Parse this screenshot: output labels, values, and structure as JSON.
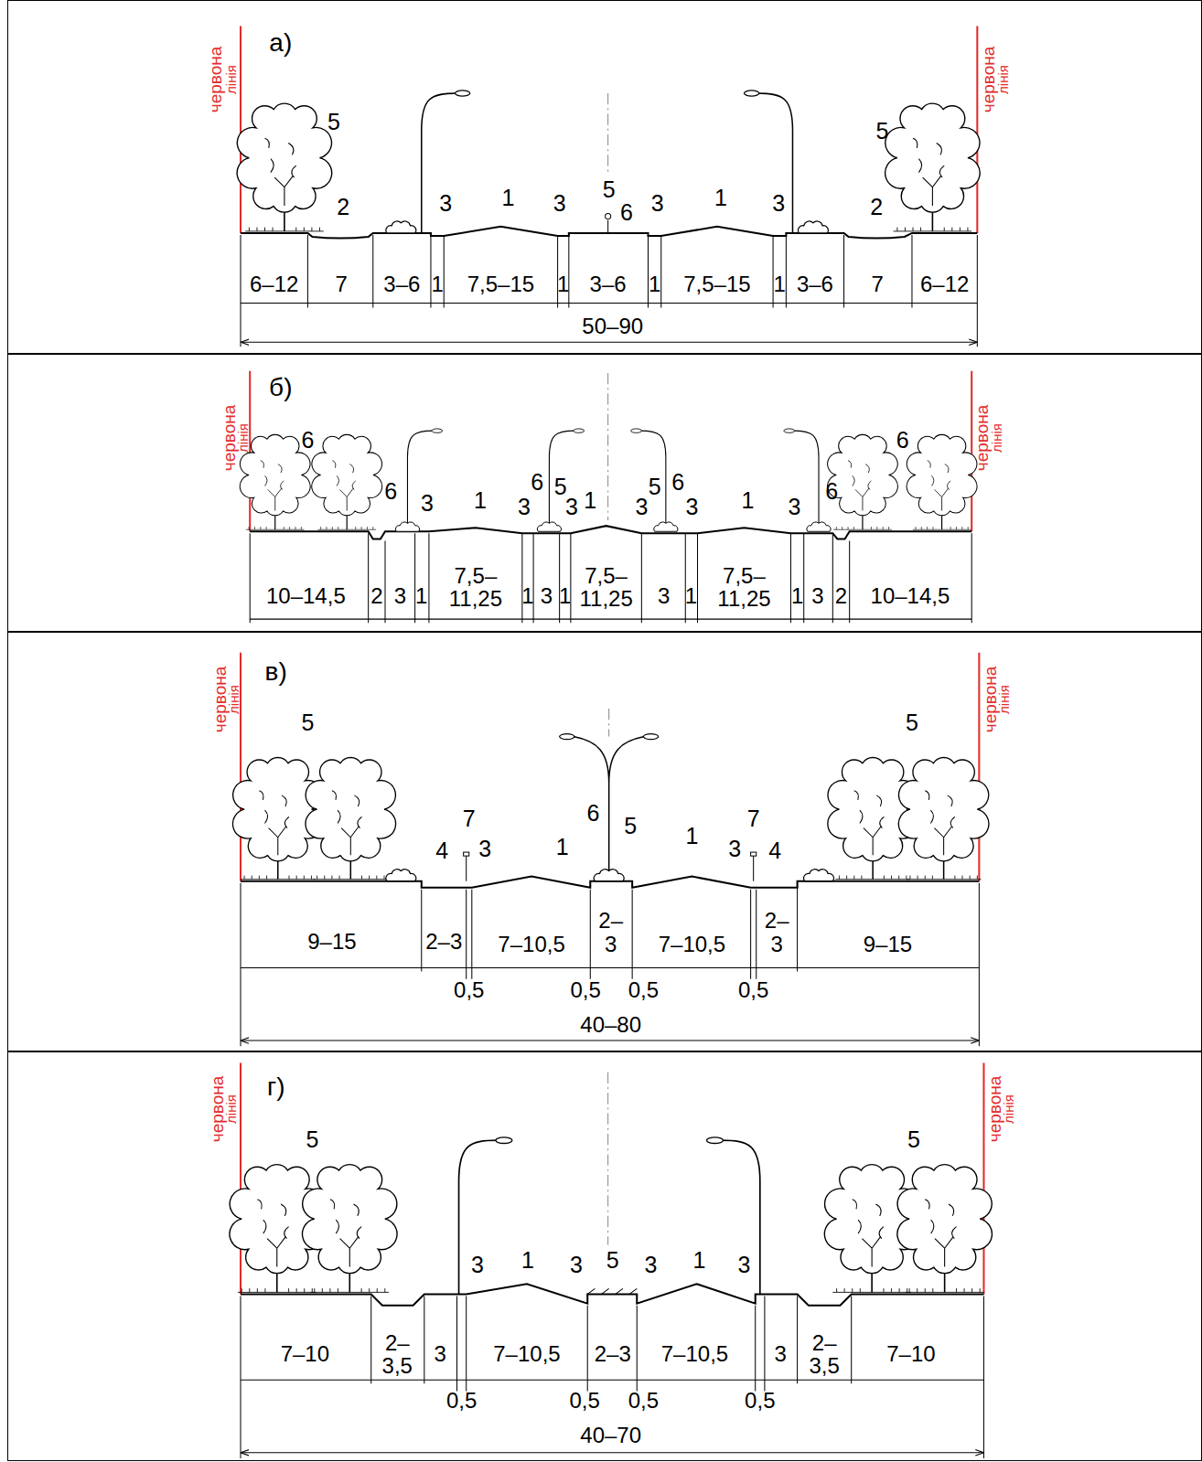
{
  "diagram": {
    "nodes": [
      {
        "text": [
          "а)"
        ]
      },
      {
        "text": [
          "б)"
        ]
      },
      {
        "text": [
          "в)"
        ]
      },
      {
        "text": [
          "г)"
        ]
      }
    ],
    "labels": [
      "червона",
      "лінія",
      "червона",
      "лінія",
      "5",
      "2",
      "3",
      "1",
      "3",
      "5",
      "6",
      "3",
      "1",
      "3",
      "2",
      "5",
      "6–12",
      "7",
      "3–6",
      "1",
      "7,5–15",
      "1",
      "3–6",
      "1",
      "7,5–15",
      "1",
      "3–6",
      "7",
      "6–12",
      "50–90",
      "червона",
      "лінія",
      "червона",
      "лінія",
      "6",
      "6",
      "3",
      "1",
      "3",
      "6",
      "5",
      "3",
      "1",
      "3",
      "5",
      "6",
      "3",
      "1",
      "3",
      "6",
      "6",
      "10–14,5",
      "2",
      "3",
      "1",
      "7,5– 11,25",
      "1",
      "3",
      "1",
      "7,5– 11,25",
      "3",
      "1",
      "7,5– 11,25",
      "1",
      "3",
      "2",
      "10–14,5",
      "червона",
      "лінія",
      "червона",
      "лінія",
      "5",
      "7",
      "4",
      "3",
      "1",
      "6",
      "5",
      "1",
      "3",
      "7",
      "4",
      "5",
      "9–15",
      "2–3",
      "7–10,5",
      "2– 3",
      "7–10,5",
      "2– 3",
      "9–15",
      "0,5",
      "0,5",
      "0,5",
      "0,5",
      "40–80",
      "червона",
      "лінія",
      "червона",
      "лінія",
      "5",
      "3",
      "1",
      "3",
      "5",
      "3",
      "1",
      "3",
      "5",
      "7–10",
      "2– 3,5",
      "3",
      "7–10,5",
      "2–3",
      "7–10,5",
      "3",
      "2– 3,5",
      "7–10",
      "0,5",
      "0,5",
      "0,5",
      "0,5",
      "40–70"
    ]
  }
}
